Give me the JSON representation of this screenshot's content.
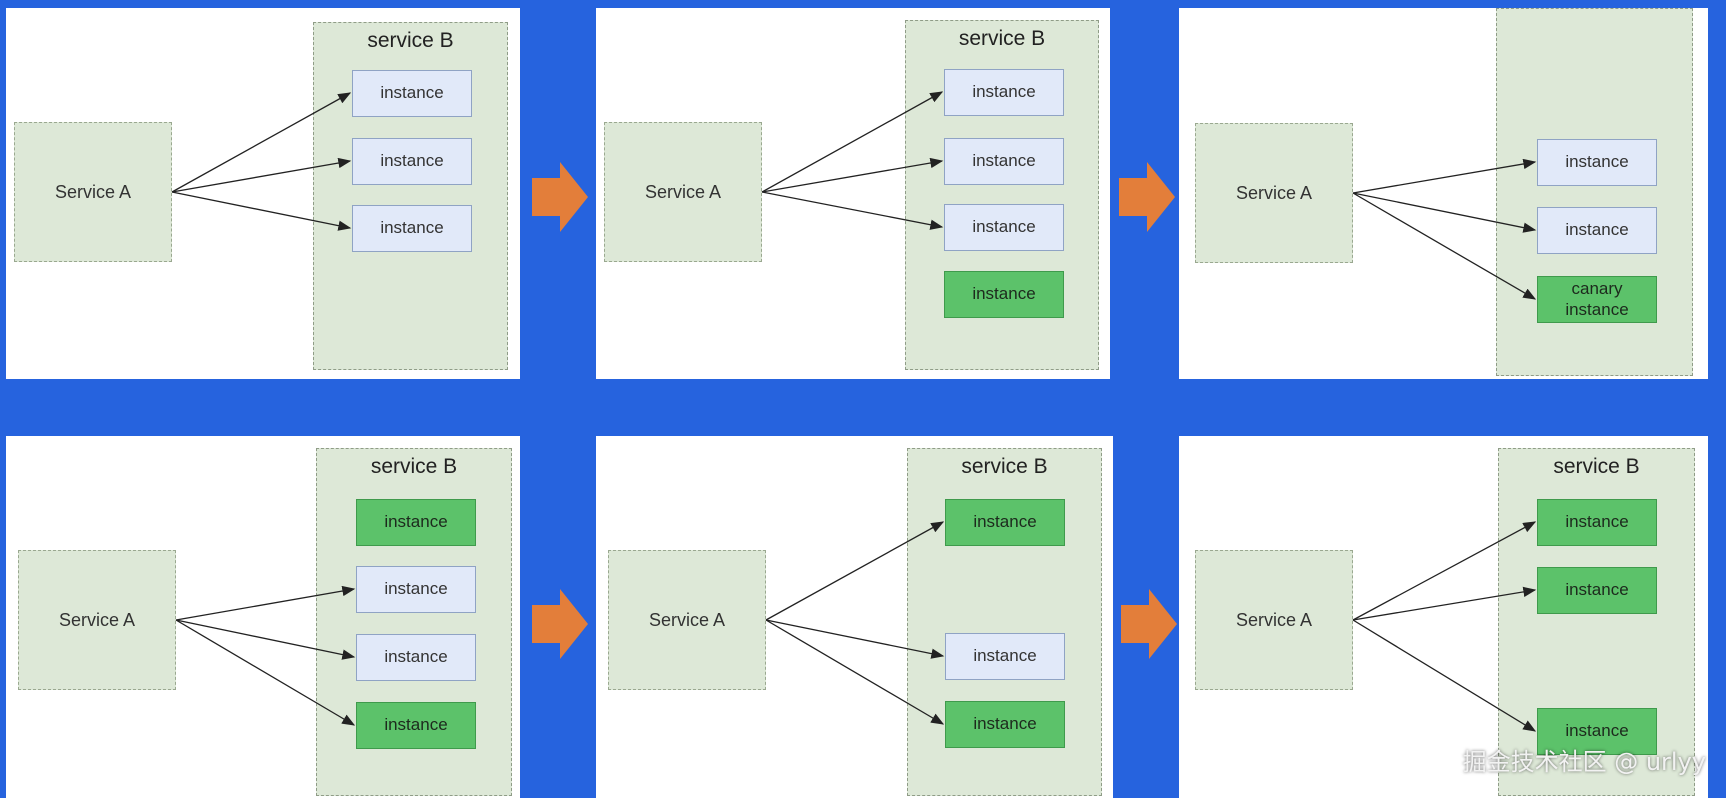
{
  "colors": {
    "background": "#2663de",
    "panel": "#ffffff",
    "service_fill": "#dde8d7",
    "old_instance": "#e1e9f9",
    "new_instance": "#5cc26a",
    "step_arrow": "#e37e3a"
  },
  "labels": {
    "service_a": "Service A",
    "service_b": "service B",
    "instance": "instance",
    "canary_instance": "canary instance"
  },
  "panels": [
    {
      "id": "p1",
      "show_title": true,
      "instances": [
        {
          "kind": "old",
          "label": "instance"
        },
        {
          "kind": "old",
          "label": "instance"
        },
        {
          "kind": "old",
          "label": "instance"
        }
      ]
    },
    {
      "id": "p2",
      "show_title": true,
      "instances": [
        {
          "kind": "old",
          "label": "instance"
        },
        {
          "kind": "old",
          "label": "instance"
        },
        {
          "kind": "old",
          "label": "instance"
        },
        {
          "kind": "new",
          "label": "instance"
        }
      ]
    },
    {
      "id": "p3",
      "show_title": false,
      "instances": [
        {
          "kind": "old",
          "label": "instance"
        },
        {
          "kind": "old",
          "label": "instance"
        },
        {
          "kind": "new",
          "label": "canary instance"
        }
      ]
    },
    {
      "id": "p4",
      "show_title": true,
      "instances": [
        {
          "kind": "new",
          "label": "instance"
        },
        {
          "kind": "old",
          "label": "instance"
        },
        {
          "kind": "old",
          "label": "instance"
        },
        {
          "kind": "new",
          "label": "instance"
        }
      ]
    },
    {
      "id": "p5",
      "show_title": true,
      "instances": [
        {
          "kind": "new",
          "label": "instance"
        },
        {
          "kind": "old",
          "label": "instance"
        },
        {
          "kind": "new",
          "label": "instance"
        }
      ]
    },
    {
      "id": "p6",
      "show_title": true,
      "instances": [
        {
          "kind": "new",
          "label": "instance"
        },
        {
          "kind": "new",
          "label": "instance"
        },
        {
          "kind": "new",
          "label": "instance"
        }
      ]
    }
  ],
  "watermark": "掘金技术社区 @ urlyy"
}
